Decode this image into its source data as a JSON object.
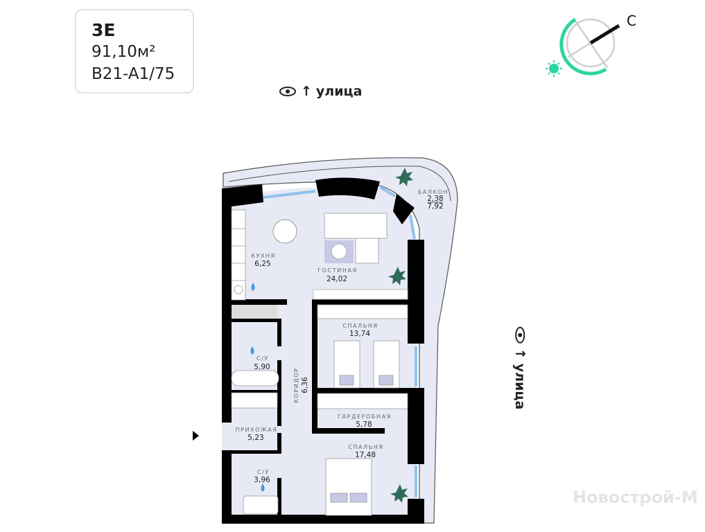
{
  "apartment": {
    "type": "3E",
    "area": "91,10м²",
    "code": "B21-A1/75"
  },
  "compass": {
    "north_label": "С",
    "accent_color": "#2dd4a4"
  },
  "street_top": {
    "icon": "eye-icon",
    "arrow": "↑",
    "label": "улица"
  },
  "street_right": {
    "icon": "eye-icon",
    "arrow": "↑",
    "label": "улица"
  },
  "rooms": {
    "kitchen": {
      "name": "КУХНЯ",
      "area": "6,25"
    },
    "living": {
      "name": "ГОСТИНАЯ",
      "area": "24,02"
    },
    "balcony": {
      "name": "БАЛКОН",
      "area1": "2,38",
      "area2": "7,92"
    },
    "bedroom1": {
      "name": "СПАЛЬНЯ",
      "area": "13,74"
    },
    "bath1": {
      "name": "С/У",
      "area": "5,90"
    },
    "corridor": {
      "name": "КОРИДОР",
      "area": "6,36"
    },
    "wardrobe": {
      "name": "ГАРДЕРОБНАЯ",
      "area": "5,78"
    },
    "hall": {
      "name": "ПРИХОЖАЯ",
      "area": "5,23"
    },
    "bedroom2": {
      "name": "СПАЛЬНЯ",
      "area": "17,48"
    },
    "bath2": {
      "name": "С/У",
      "area": "3,96"
    }
  },
  "watermark": "Новострой-М",
  "colors": {
    "floor": "#e7e9f5",
    "wall": "#000000",
    "window": "#8ec3ee",
    "plant": "#2f6b5a",
    "water": "#3b9be6"
  }
}
